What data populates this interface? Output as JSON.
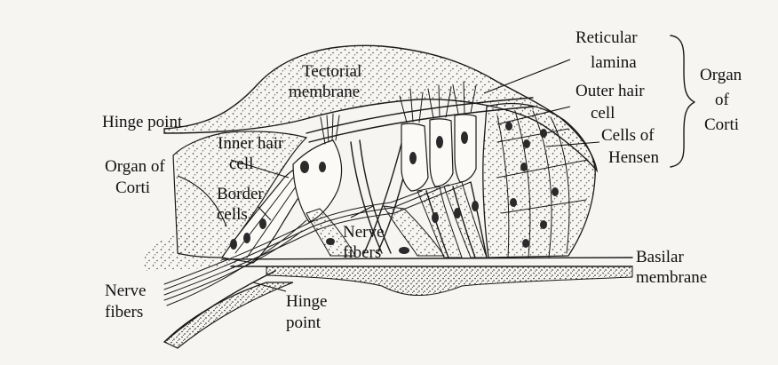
{
  "labels": {
    "hinge_point_top": "Hinge point",
    "tectorial_1": "Tectorial",
    "tectorial_2": "membrane",
    "reticular_1": "Reticular",
    "reticular_2": "lamina",
    "outer_hair_1": "Outer hair",
    "outer_hair_2": "cell",
    "organ_of_corti_right_1": "Organ",
    "organ_of_corti_right_2": "of",
    "organ_of_corti_right_3": "Corti",
    "cells_of_hensen_1": "Cells of",
    "cells_of_hensen_2": "Hensen",
    "inner_hair_1": "Inner hair",
    "inner_hair_2": "cell",
    "organ_of_corti_left_1": "Organ of",
    "organ_of_corti_left_2": "Corti",
    "border_cells_1": "Border",
    "border_cells_2": "cells",
    "nerve_fibers_mid_1": "Nerve",
    "nerve_fibers_mid_2": "fibers",
    "basilar_1": "Basilar",
    "basilar_2": "membrane",
    "nerve_fibers_left_1": "Nerve",
    "nerve_fibers_left_2": "fibers",
    "hinge_point_bottom_1": "Hinge",
    "hinge_point_bottom_2": "point"
  },
  "colors": {
    "ink": "#1a1a1a",
    "paper": "#f6f5f2"
  }
}
